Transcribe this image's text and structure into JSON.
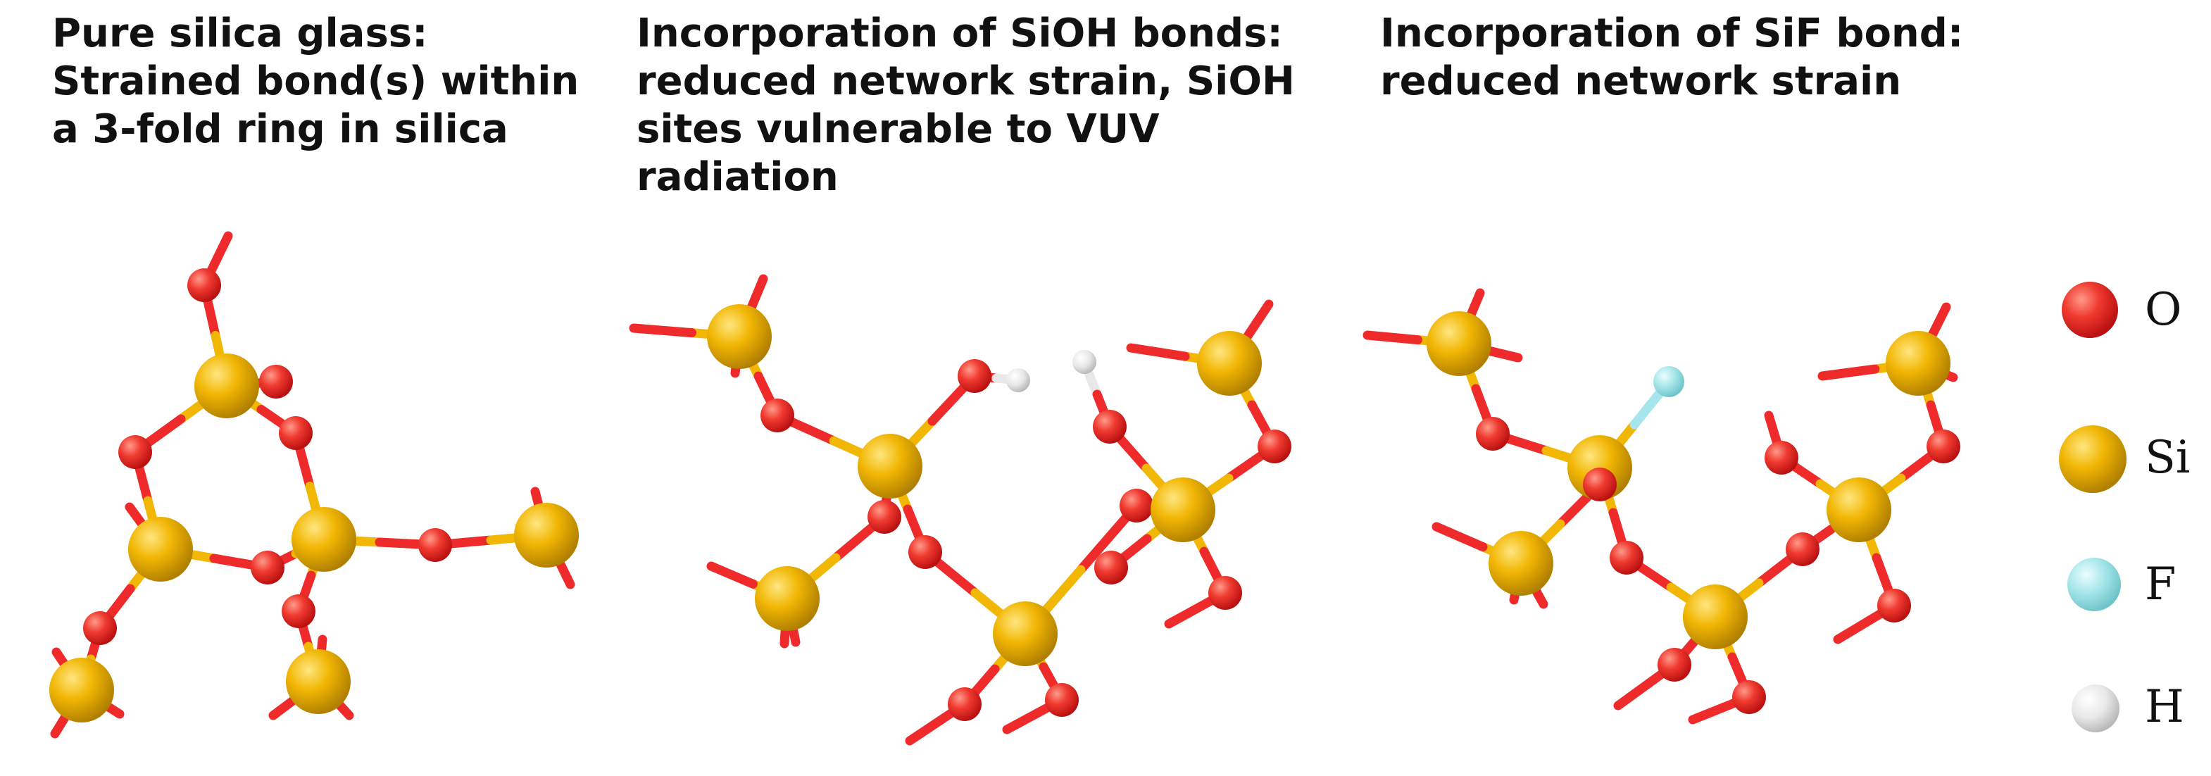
{
  "panels": [
    {
      "title": "Pure silica glass:\nStrained bond(s) within\na 3-fold ring in silica"
    },
    {
      "title": "Incorporation of SiOH bonds:\nreduced network strain, SiOH\nsites vulnerable to VUV\nradiation"
    },
    {
      "title": "Incorporation of SiF bond:\nreduced network strain"
    }
  ],
  "legend": [
    {
      "label": "O",
      "color": "#ee2a2a"
    },
    {
      "label": "Si",
      "color": "#f2b705"
    },
    {
      "label": "F",
      "color": "#a6e6ea"
    },
    {
      "label": "H",
      "color": "#e8e8e8"
    }
  ],
  "colors": {
    "O": "#ee2a2a",
    "Si": "#f2b705",
    "F": "#a6e6ea",
    "H": "#e8e8e8"
  }
}
